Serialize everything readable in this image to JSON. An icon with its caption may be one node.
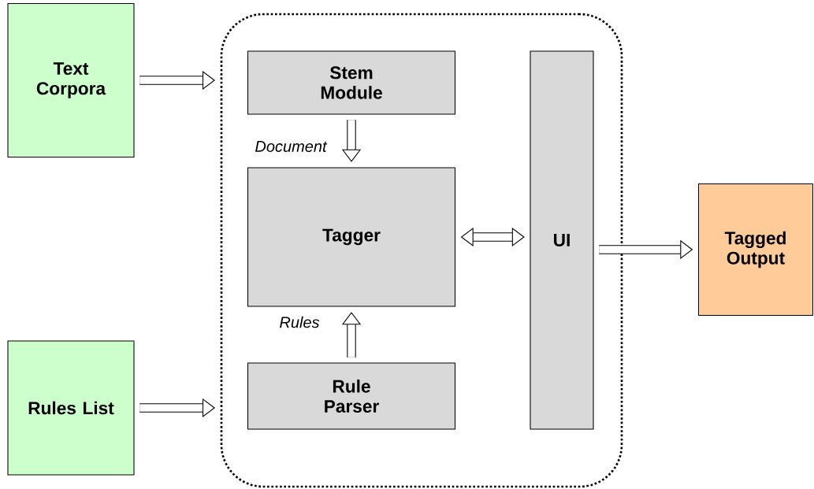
{
  "diagram": {
    "nodes": [
      {
        "text": [
          "Text Corpora"
        ]
      },
      {
        "text": [
          "Rules List"
        ]
      },
      {
        "text": [],
        "shape": "box"
      },
      {
        "text": [
          "Stem Module"
        ],
        "in": 2
      },
      {
        "text": [
          "Tagger"
        ],
        "in": 2
      },
      {
        "text": [
          "Rule Parser"
        ],
        "in": 2
      },
      {
        "text": [
          "UI"
        ],
        "in": 2
      },
      {
        "text": [
          "Tagged Output"
        ]
      }
    ],
    "edges": [
      {
        "from": 0,
        "to": 2,
        "arrow": "to"
      },
      {
        "from": 1,
        "to": 2,
        "arrow": "to"
      },
      {
        "from": 3,
        "to": 4,
        "arrow": "to",
        "label": "Document"
      },
      {
        "from": 5,
        "to": 4,
        "arrow": "to",
        "label": "Rules"
      },
      {
        "from": 4,
        "to": 6,
        "arrow": "both"
      },
      {
        "from": 6,
        "to": 7,
        "arrow": "to"
      }
    ]
  }
}
